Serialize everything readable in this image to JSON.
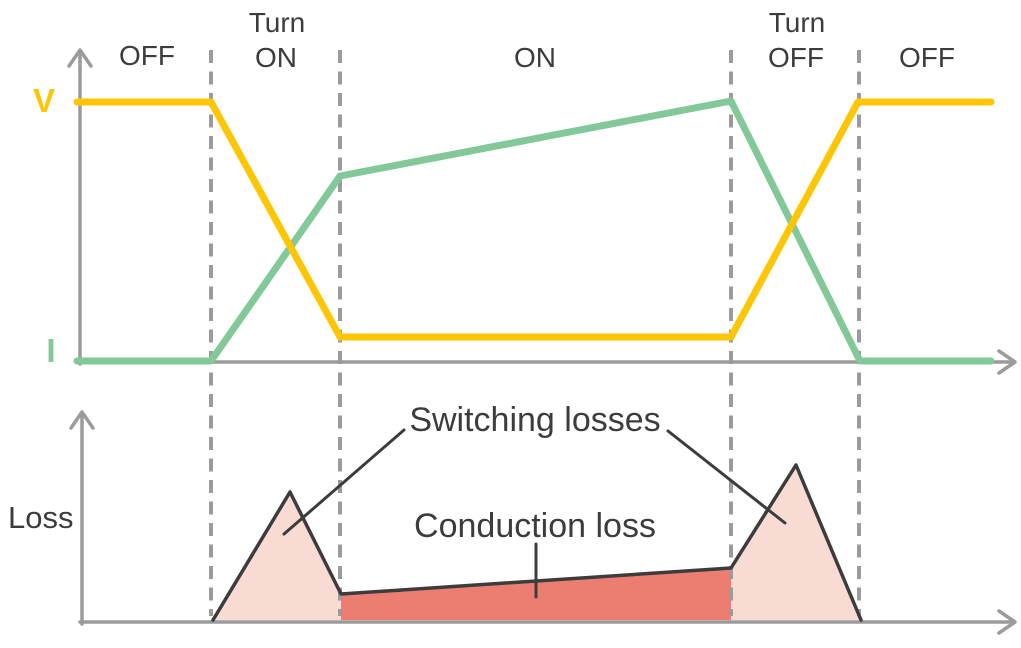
{
  "colors": {
    "background": "#FFFFFF",
    "voltage": "#FDC604",
    "current": "#82C898",
    "axis": "#9B9B9B",
    "text": "#3C3C3C",
    "outline": "#3C3C3C",
    "switching_fill": "#F8DCD4",
    "conduction_fill": "#EC7E71"
  },
  "top_chart": {
    "y_label_voltage": "V",
    "y_label_current": "I",
    "phases": [
      {
        "line1": "OFF"
      },
      {
        "line1": "Turn",
        "line2": "ON"
      },
      {
        "line1": "ON"
      },
      {
        "line1": "Turn",
        "line2": "OFF"
      },
      {
        "line1": "OFF"
      }
    ],
    "voltage_points": [
      [
        77,
        102
      ],
      [
        211,
        102
      ],
      [
        340,
        337
      ],
      [
        731,
        337
      ],
      [
        858,
        102
      ],
      [
        991,
        102
      ]
    ],
    "current_points": [
      [
        77,
        361
      ],
      [
        211,
        361
      ],
      [
        340,
        176
      ],
      [
        731,
        101
      ],
      [
        860,
        361
      ],
      [
        991,
        361
      ]
    ]
  },
  "dashed_boundaries_x": [
    211,
    340,
    731,
    859
  ],
  "loss_chart": {
    "y_label": "Loss",
    "annotations": {
      "switching": "Switching losses",
      "conduction": "Conduction loss"
    },
    "switching_left_fill_points": [
      [
        213,
        620
      ],
      [
        290,
        492
      ],
      [
        341,
        594
      ],
      [
        341,
        620
      ]
    ],
    "conduction_fill_points": [
      [
        341,
        620
      ],
      [
        341,
        594
      ],
      [
        731,
        568
      ],
      [
        731,
        620
      ]
    ],
    "switching_right_fill_points": [
      [
        731,
        620
      ],
      [
        731,
        568
      ],
      [
        796,
        465
      ],
      [
        861,
        620
      ]
    ],
    "loss_outline_points": [
      [
        213,
        620
      ],
      [
        290,
        492
      ],
      [
        341,
        594
      ],
      [
        731,
        568
      ],
      [
        796,
        465
      ],
      [
        861,
        620
      ]
    ],
    "callout_switching_left_points": [
      [
        404,
        430
      ],
      [
        284,
        534
      ]
    ],
    "callout_switching_right_points": [
      [
        668,
        431
      ],
      [
        785,
        523
      ]
    ],
    "callout_conduction_points": [
      [
        536,
        544
      ],
      [
        536,
        597
      ]
    ]
  }
}
